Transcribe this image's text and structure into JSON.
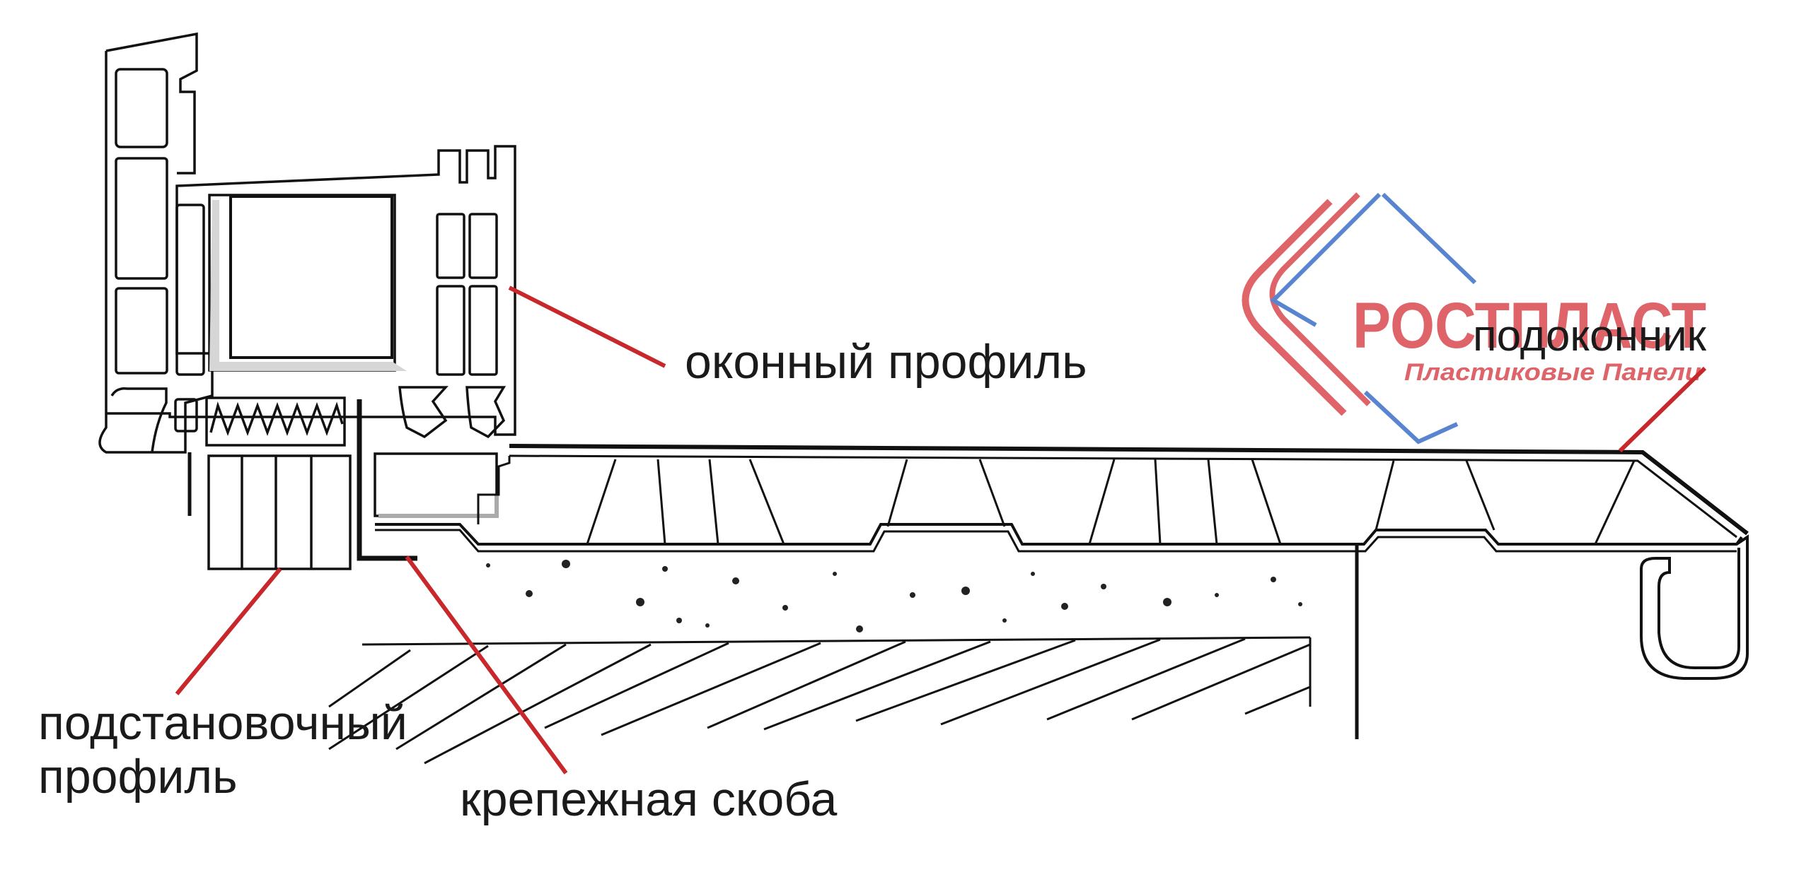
{
  "labels": {
    "window_profile": "оконный профиль",
    "sill": "подоконник",
    "substitution_profile_line1": "подстановочный",
    "substitution_profile_line2": "профиль",
    "bracket": "крепежная скоба"
  },
  "logo": {
    "text_main": "РОСТПЛАСТ",
    "text_sub": "Пластиковые Панели"
  },
  "colors": {
    "leader_line": "#c8282b",
    "outline": "#111111",
    "logo_red": "#d94a4f",
    "logo_blue": "#3b6fc8"
  }
}
